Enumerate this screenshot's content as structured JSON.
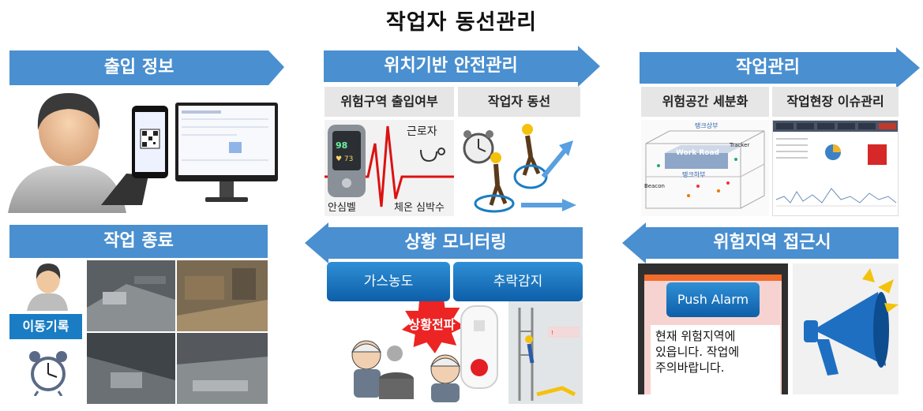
{
  "title": "작업자 동선관리",
  "colors": {
    "arrow": "#4a8fd0",
    "arrow_dark": "#3a7bbd",
    "badge": "#1a7dc4"
  },
  "sections": {
    "entry": {
      "label": "출입 정보"
    },
    "location": {
      "label": "위치기반 안전관리",
      "sub1": "위험구역 출입여부",
      "sub2": "작업자 동선",
      "ecg_labels": [
        "근로자",
        "안심벨",
        "체온 심박수"
      ]
    },
    "work_mgmt": {
      "label": "작업관리",
      "sub1": "위험공간 세분화",
      "sub2": "작업현장 이슈관리",
      "map_labels": [
        "탱크상부",
        "Work Road",
        "Tracker",
        "탱크하부",
        "Beacon"
      ]
    },
    "work_end": {
      "label": "작업 종료",
      "badge": "이동기록"
    },
    "monitoring": {
      "label": "상황 모니터링",
      "btn1": "가스농도",
      "btn2": "추락감지",
      "burst": "상황전파"
    },
    "danger": {
      "label": "위험지역 접근시",
      "push": "Push Alarm",
      "message": [
        "현재 위험지역에",
        "있읍니다. 작업에",
        "주의바랍니다."
      ]
    }
  },
  "icons": [
    "user-avatar-icon",
    "smartphone-qr-icon",
    "monitor-icon",
    "alarm-clock-icon",
    "walking-worker-icon",
    "megaphone-icon",
    "ecg-icon",
    "stethoscope-icon"
  ]
}
